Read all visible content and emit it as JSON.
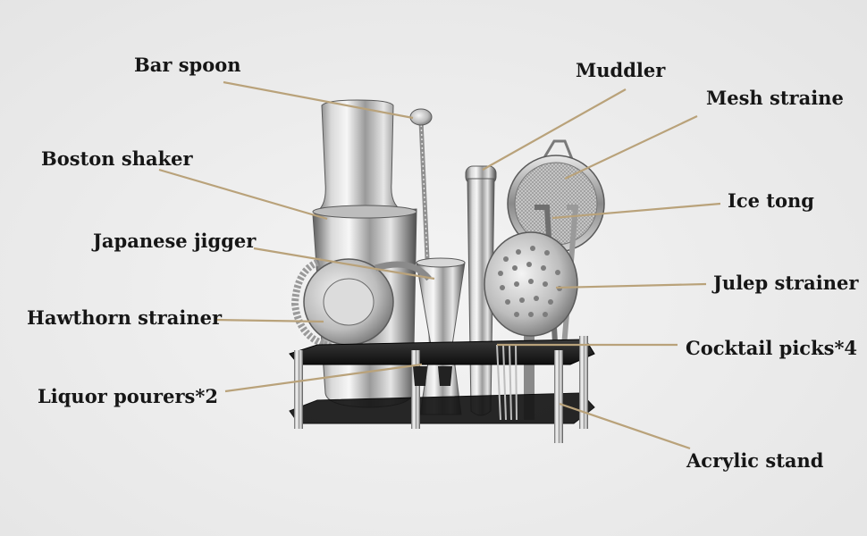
{
  "labels": {
    "bar_spoon": "Bar spoon",
    "muddler": "Muddler",
    "mesh_strainer": "Mesh straine",
    "boston_shaker": "Boston shaker",
    "ice_tong": "Ice tong",
    "japanese_jigger": "Japanese jigger",
    "julep_strainer": "Julep strainer",
    "hawthorn_strainer": "Hawthorn strainer",
    "cocktail_picks": "Cocktail picks*4",
    "liquor_pourers": "Liquor pourers*2",
    "acrylic_stand": "Acrylic stand"
  },
  "colors": {
    "background": "#ebebeb",
    "leader_line": "#b9a27a",
    "label_text": "#161616",
    "steel_light": "#f2f2f2",
    "steel_dark": "#6e6e6e",
    "acrylic": "#1c1c1c"
  }
}
